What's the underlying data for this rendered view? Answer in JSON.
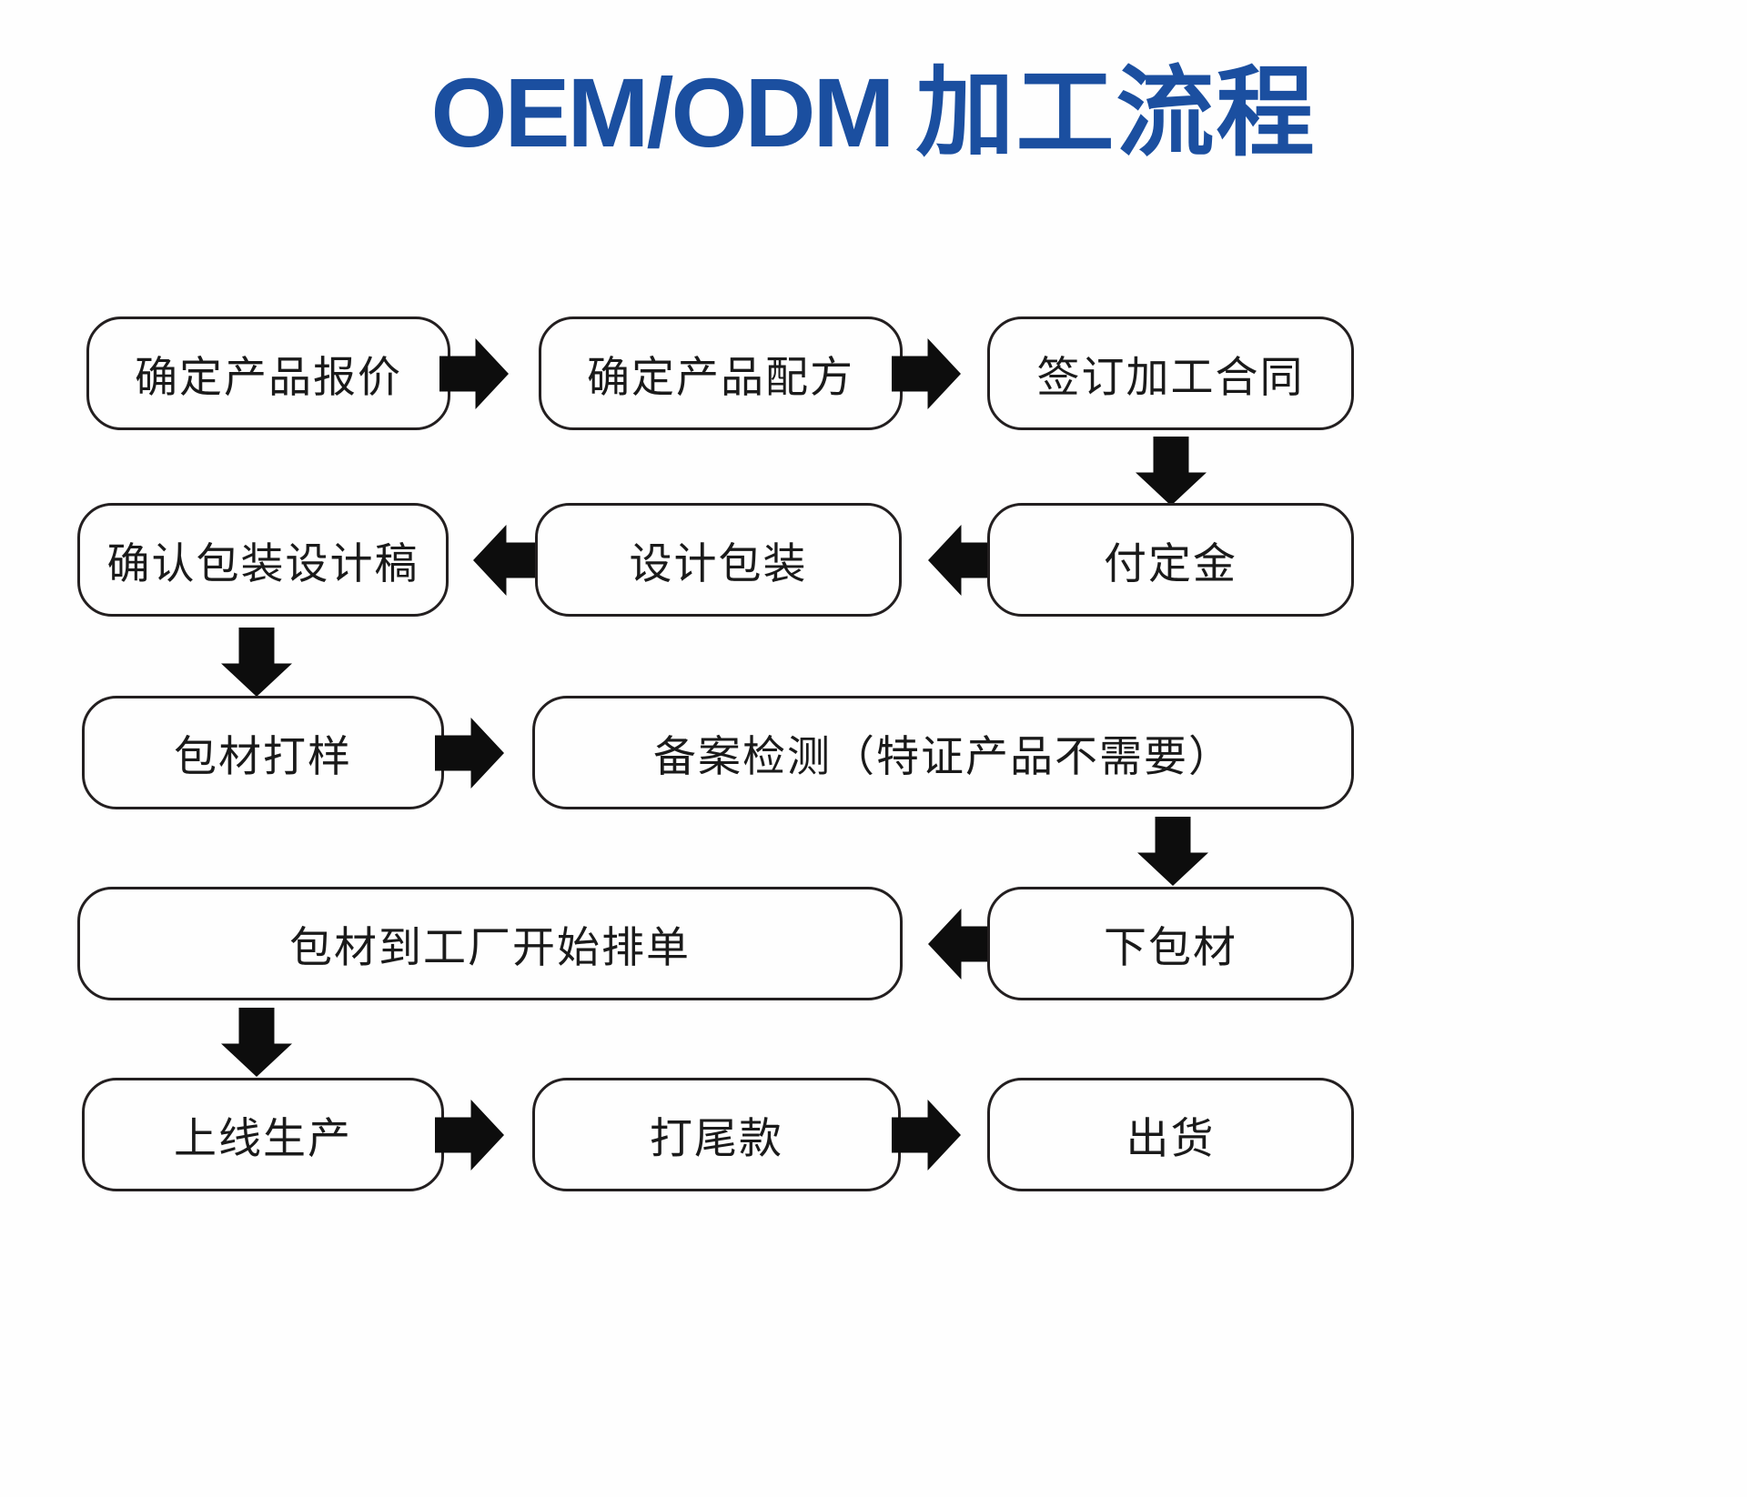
{
  "title": {
    "latin": "OEM/ODM",
    "cjk": "加工流程",
    "color": "#1B4FA0"
  },
  "chart_data": {
    "type": "diagram",
    "diagram_kind": "flowchart-serpentine",
    "title": "OEM/ODM 加工流程",
    "node_count": 13,
    "rows": [
      {
        "index": 1,
        "direction": "left-to-right",
        "nodes": [
          "确定产品报价",
          "确定产品配方",
          "签订加工合同"
        ],
        "connectors": [
          "arrow-right",
          "arrow-right"
        ],
        "exit": "arrow-down-from-node-3"
      },
      {
        "index": 2,
        "direction": "right-to-left",
        "nodes": [
          "确认包装设计稿",
          "设计包装",
          "付定金"
        ],
        "connectors": [
          "arrow-left",
          "arrow-left"
        ],
        "exit": "arrow-down-from-node-1"
      },
      {
        "index": 3,
        "direction": "left-to-right",
        "nodes": [
          "包材打样",
          "备案检测（特证产品不需要）"
        ],
        "connectors": [
          "arrow-right"
        ],
        "exit": "arrow-down-from-node-2"
      },
      {
        "index": 4,
        "direction": "right-to-left",
        "nodes": [
          "包材到工厂开始排单",
          "下包材"
        ],
        "connectors": [
          "arrow-left"
        ],
        "exit": "arrow-down-from-node-1"
      },
      {
        "index": 5,
        "direction": "left-to-right",
        "nodes": [
          "上线生产",
          "打尾款",
          "出货"
        ],
        "connectors": [
          "arrow-right",
          "arrow-right"
        ],
        "exit": "none"
      }
    ],
    "sequence": [
      "确定产品报价",
      "确定产品配方",
      "签订加工合同",
      "付定金",
      "设计包装",
      "确认包装设计稿",
      "包材打样",
      "备案检测（特证产品不需要）",
      "下包材",
      "包材到工厂开始排单",
      "上线生产",
      "打尾款",
      "出货"
    ],
    "node_style": {
      "shape": "rounded-rectangle",
      "fill": "#FEFEFE",
      "stroke": "#231F20",
      "text_color": "#1A1A1A"
    },
    "arrow_color": "#0D0D0D",
    "background": "#FFFFFF"
  },
  "row1": {
    "node1": "确定产品报价",
    "node2": "确定产品配方",
    "node3": "签订加工合同"
  },
  "row2": {
    "node1": "确认包装设计稿",
    "node2": "设计包装",
    "node3": "付定金"
  },
  "row3": {
    "node1": "包材打样",
    "node2": "备案检测（特证产品不需要）"
  },
  "row4": {
    "node1": "包材到工厂开始排单",
    "node2": "下包材"
  },
  "row5": {
    "node1": "上线生产",
    "node2": "打尾款",
    "node3": "出货"
  }
}
